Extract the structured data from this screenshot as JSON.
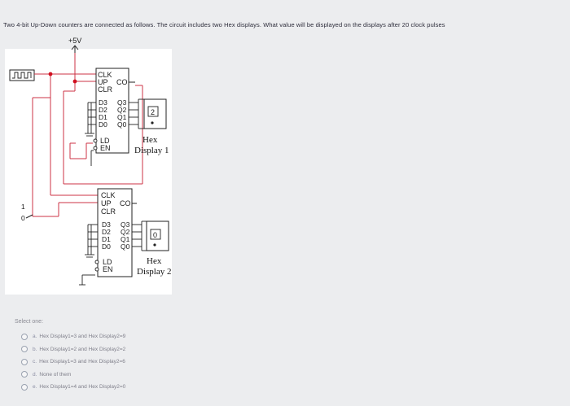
{
  "question": {
    "text": "Two 4-bit Up-Down counters are connected as follows. The circuit includes two Hex displays. What value will be displayed on the displays after 20 clock pulses"
  },
  "circuit": {
    "supply_label": "+5V",
    "switch_labels": {
      "one": "1",
      "zero": "0"
    },
    "counter_pins": {
      "clk": "CLK",
      "up": "UP",
      "co": "CO",
      "clr": "CLR",
      "d3": "D3",
      "d2": "D2",
      "d1": "D1",
      "d0": "D0",
      "q3": "Q3",
      "q2": "Q2",
      "q1": "Q1",
      "q0": "Q0",
      "ld": "LD",
      "en": "EN"
    },
    "display1": {
      "digit": "2",
      "label_line1": "Hex",
      "label_line2": "Display 1"
    },
    "display2": {
      "digit": "0",
      "label_line1": "Hex",
      "label_line2": "Display 2"
    },
    "colors": {
      "wire": "#cc3344",
      "node": "#d11020",
      "panel": "#ffffff",
      "line": "#222222"
    }
  },
  "answer": {
    "select_label": "Select one:",
    "options": [
      {
        "letter": "a.",
        "text": "Hex Display1=3 and Hex Display2=9"
      },
      {
        "letter": "b.",
        "text": "Hex Display1=2 and Hex Display2=2"
      },
      {
        "letter": "c.",
        "text": "Hex Display1=3 and Hex Display2=6"
      },
      {
        "letter": "d.",
        "text": "None of them"
      },
      {
        "letter": "e.",
        "text": "Hex Display1=4 and Hex Display2=0"
      }
    ]
  }
}
